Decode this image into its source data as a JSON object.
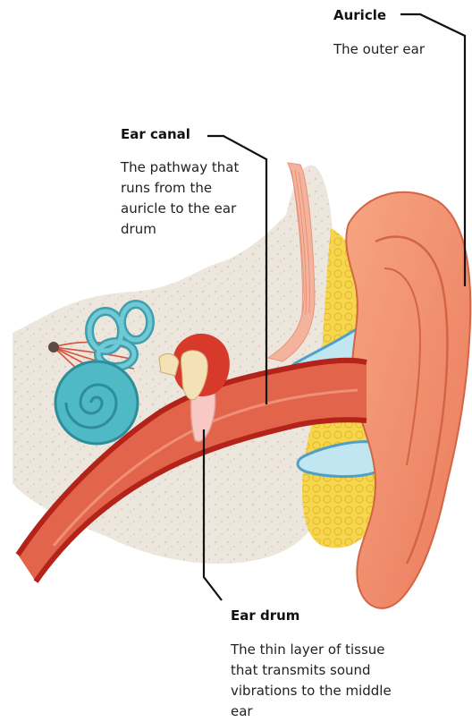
{
  "labels": {
    "auricle": {
      "title": "Auricle",
      "description": "The outer ear"
    },
    "ear_canal": {
      "title": "Ear canal",
      "description": "The pathway that runs from the auricle to the ear drum"
    },
    "ear_drum": {
      "title": "Ear drum",
      "description": "The thin layer of tissue that transmits sound vibrations to the middle ear"
    }
  },
  "colors": {
    "skull_bone": "#ece6dc",
    "auricle_skin": "#f08d6c",
    "canal_red": "#d9523c",
    "canal_outline": "#b3231a",
    "fat_yellow": "#f6d64c",
    "cochlea_blue": "#4fb9c6",
    "ossicle_cream": "#f4e1b6",
    "leader_line": "#111111"
  }
}
